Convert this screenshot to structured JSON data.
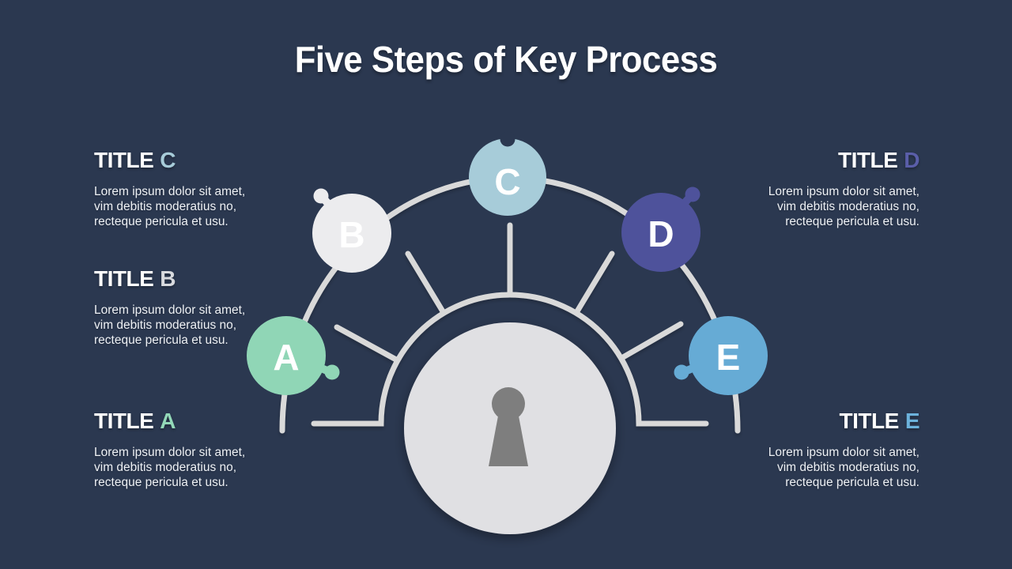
{
  "slide": {
    "title": "Five Steps of Key Process",
    "background_color": "#2b3850"
  },
  "text_blocks": [
    {
      "key": "c",
      "side": "left",
      "title_word": "TITLE",
      "title_letter": "C",
      "letter_color": "#a7ccd9",
      "body_lines": [
        "Lorem ipsum dolor sit amet,",
        "vim debitis moderatius no,",
        "recteque pericula et usu."
      ]
    },
    {
      "key": "b",
      "side": "left",
      "title_word": "TITLE",
      "title_letter": "B",
      "letter_color": "#d8dade",
      "body_lines": [
        "Lorem ipsum dolor sit amet,",
        "vim debitis moderatius no,",
        "recteque pericula et usu."
      ]
    },
    {
      "key": "a",
      "side": "left",
      "title_word": "TITLE",
      "title_letter": "A",
      "letter_color": "#93d8b8",
      "body_lines": [
        "Lorem ipsum dolor sit amet,",
        "vim debitis moderatius no,",
        "recteque pericula et usu."
      ]
    },
    {
      "key": "d",
      "side": "right",
      "title_word": "TITLE",
      "title_letter": "D",
      "letter_color": "#5a5ea9",
      "body_lines": [
        "Lorem ipsum dolor sit amet,",
        "vim debitis moderatius no,",
        "recteque pericula et usu."
      ]
    },
    {
      "key": "e",
      "side": "right",
      "title_word": "TITLE",
      "title_letter": "E",
      "letter_color": "#6cb2dc",
      "body_lines": [
        "Lorem ipsum dolor sit amet,",
        "vim debitis moderatius no,",
        "recteque pericula et usu."
      ]
    }
  ],
  "diagram": {
    "line_color": "#d9d9d9",
    "letter_color": "#ffffff",
    "steps": [
      {
        "letter": "A",
        "color": "#90d6b6"
      },
      {
        "letter": "B",
        "color": "#ececee"
      },
      {
        "letter": "C",
        "color": "#a7ccd9"
      },
      {
        "letter": "D",
        "color": "#4e529b"
      },
      {
        "letter": "E",
        "color": "#66abd5"
      }
    ],
    "keyhole": {
      "circle_color": "#e0e0e3",
      "glyph_color": "#7e7e7e"
    }
  }
}
